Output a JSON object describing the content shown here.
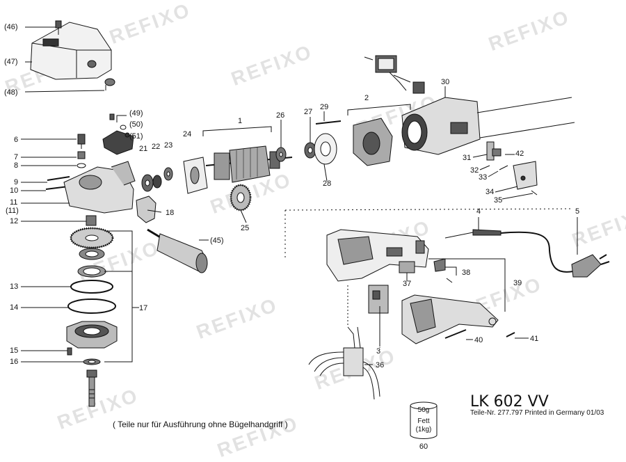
{
  "watermark": "REFIXO",
  "title": "LK 602 VV",
  "subtitle": "Teile-Nr. 277.797 Printed in Germany 01/03",
  "footnote": "( Teile nur für Ausführung ohne Bügelhandgriff )",
  "grease": {
    "top": "50g",
    "middle": "Fett",
    "bottom": "(1kg)",
    "number": "60"
  },
  "callouts": {
    "c46": "(46)",
    "c47": "(47)",
    "c48": "(48)",
    "c49": "(49)",
    "c50": "(50)",
    "c51": "(51)",
    "c1": "1",
    "c2": "2",
    "c3": "3",
    "c4": "4",
    "c5": "5",
    "c6": "6",
    "c7": "7",
    "c8": "8",
    "c9": "9",
    "c10": "10",
    "c11": "11",
    "c11b": "(11)",
    "c12": "12",
    "c13": "13",
    "c14": "14",
    "c15": "15",
    "c16": "16",
    "c17": "17",
    "c18": "18",
    "c21": "21",
    "c22": "22",
    "c23": "23",
    "c24": "24",
    "c25": "25",
    "c26": "26",
    "c27": "27",
    "c28": "28",
    "c29": "29",
    "c30": "30",
    "c31": "31",
    "c32": "32",
    "c33": "33",
    "c34": "34",
    "c35": "35",
    "c36": "36",
    "c37": "37",
    "c38": "38",
    "c39": "39",
    "c40": "40",
    "c41": "41",
    "c42": "42",
    "c45": "(45)"
  }
}
